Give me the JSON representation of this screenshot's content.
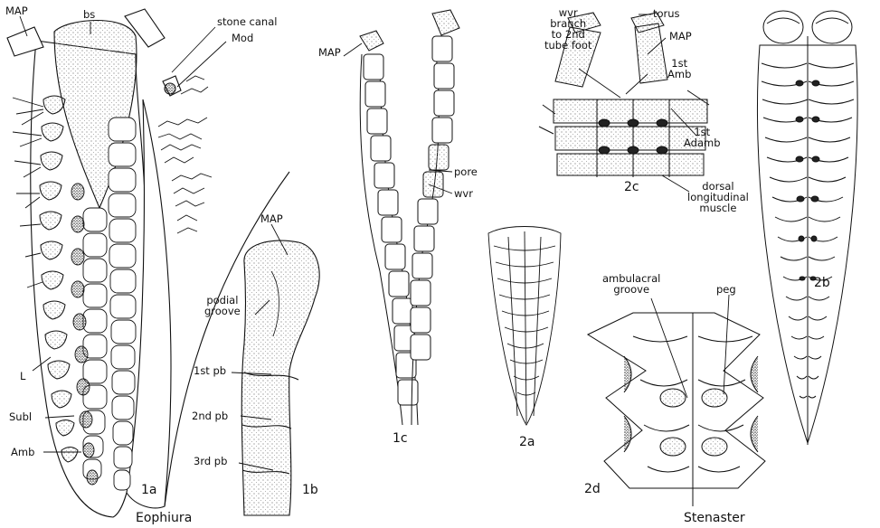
{
  "genera": {
    "left": "Eophiura",
    "right": "Stenaster"
  },
  "figure_numbers": {
    "f1a": "1a",
    "f1b": "1b",
    "f1c": "1c",
    "f2a": "2a",
    "f2b": "2b",
    "f2c": "2c",
    "f2d": "2d"
  },
  "labels": {
    "map_1a": "MAP",
    "bs": "bs",
    "stone_canal": "stone canal",
    "mod": "Mod",
    "l": "L",
    "subl": "Subl",
    "amb_1a": "Amb",
    "map_1b": "MAP",
    "podial_groove": "podial\ngroove",
    "pb1": "1st pb",
    "pb2": "2nd pb",
    "pb3": "3rd pb",
    "map_1c": "MAP",
    "pore": "pore",
    "wvr_1c": "wvr",
    "wvr_branch": "wvr\nbranch\nto 2nd\ntube foot",
    "torus": "torus",
    "map_2c": "MAP",
    "amb_2c": "1st\nAmb",
    "adamb_2c": "1st\nAdamb",
    "dorsal_muscle": "dorsal\nlongitudinal\nmuscle",
    "ambulacral_groove": "ambulacral\ngroove",
    "peg": "peg"
  },
  "colors": {
    "ink": "#111111",
    "stipple": "#9a9a9a",
    "paper": "#ffffff",
    "dark": "#3a3a3a"
  }
}
